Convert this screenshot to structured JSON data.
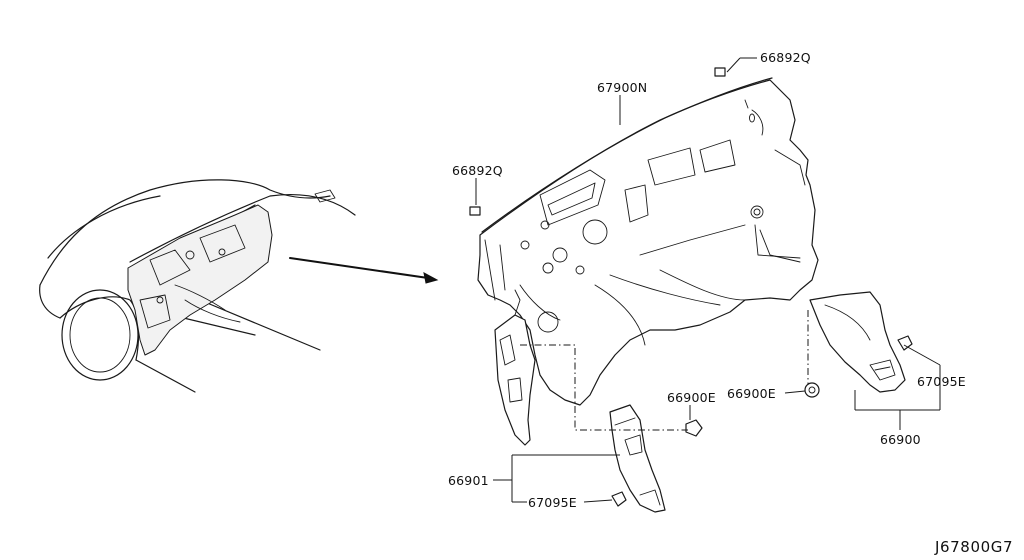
{
  "parts": [
    {
      "code": "66892Q"
    },
    {
      "code": "67900N"
    },
    {
      "code": "66892Q"
    },
    {
      "code": "66900E"
    },
    {
      "code": "66900E"
    },
    {
      "code": "67095E"
    },
    {
      "code": "66900"
    },
    {
      "code": "66901"
    },
    {
      "code": "67095E"
    }
  ],
  "diagram_code": "J67800G7",
  "icons": {
    "vehicle": "vehicle-front-view-icon",
    "arrow": "callout-arrow-icon",
    "clip": "clip-icon",
    "grommet": "grommet-icon"
  }
}
